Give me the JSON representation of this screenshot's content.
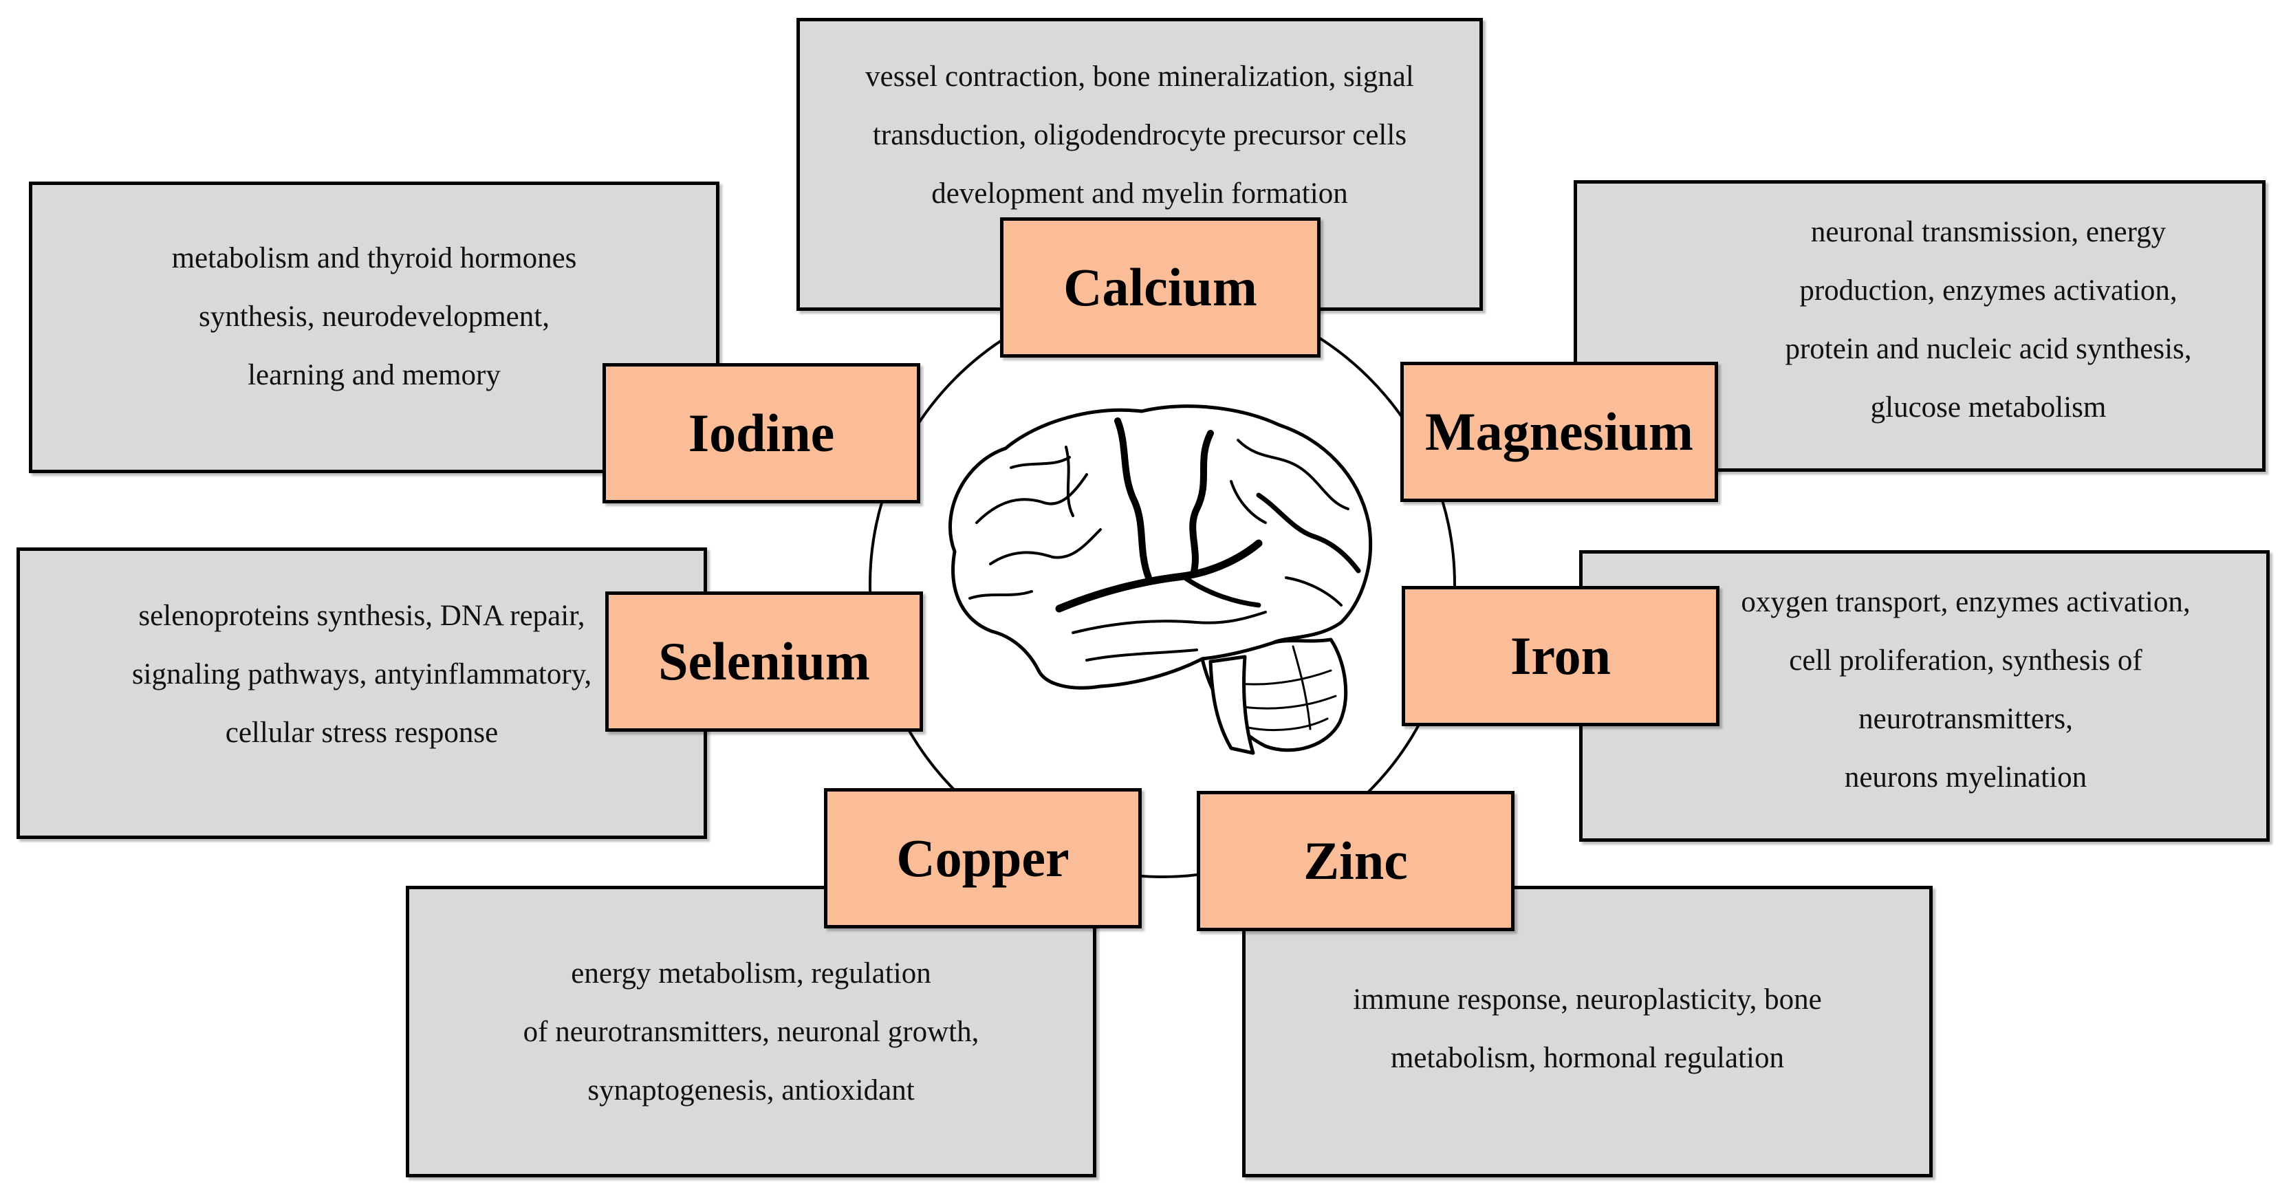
{
  "nutrients": [
    {
      "id": "calcium",
      "label": "Calcium",
      "description": "vessel  contraction, bone mineralization, signal\ntransduction, oligodendrocyte precursor cells\ndevelopment and myelin formation"
    },
    {
      "id": "magnesium",
      "label": "Magnesium",
      "description": "neuronal transmission, energy\nproduction, enzymes activation,\nprotein and nucleic acid synthesis,\nglucose metabolism"
    },
    {
      "id": "iron",
      "label": "Iron",
      "description": "oxygen transport, enzymes activation,\ncell proliferation, synthesis of\nneurotransmitters,\nneurons myelination"
    },
    {
      "id": "zinc",
      "label": "Zinc",
      "description": "immune response, neuroplasticity, bone\nmetabolism, hormonal regulation"
    },
    {
      "id": "copper",
      "label": "Copper",
      "description": "energy metabolism, regulation\nof neurotransmitters, neuronal growth,\nsynaptogenesis, antioxidant"
    },
    {
      "id": "selenium",
      "label": "Selenium",
      "description": "selenoproteins synthesis, DNA repair,\nsignaling pathways, antyinflammatory,\ncellular stress response"
    },
    {
      "id": "iodine",
      "label": "Iodine",
      "description": "metabolism and thyroid hormones\nsynthesis, neurodevelopment,\nlearning and memory"
    }
  ],
  "colors": {
    "label_fill": "#fbbd97",
    "description_fill": "#d9d9d9",
    "border": "#000000"
  },
  "center_icon": "brain-icon"
}
